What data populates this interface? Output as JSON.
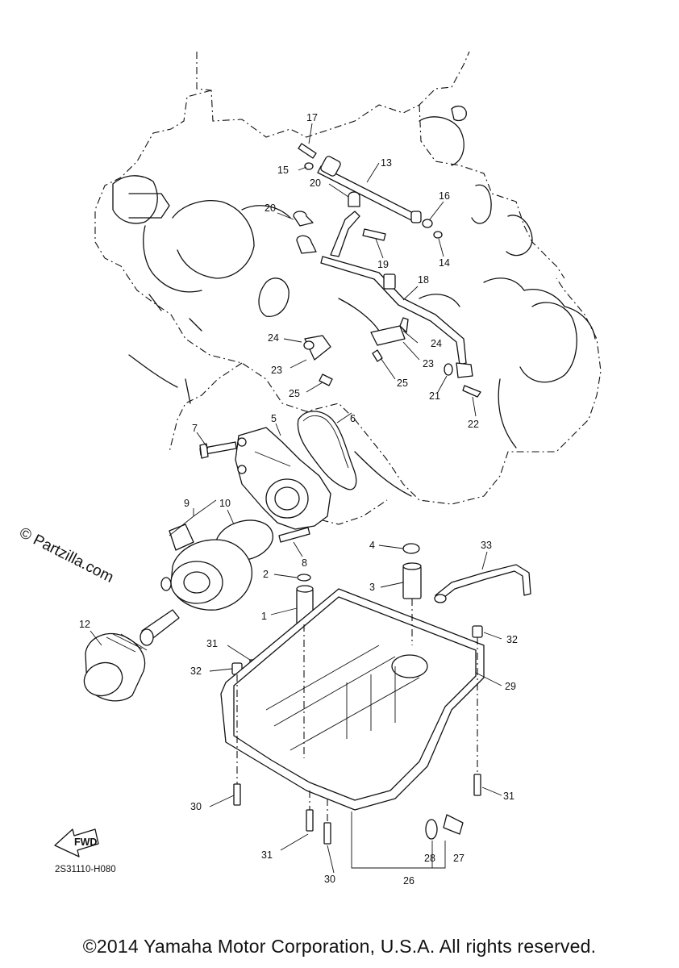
{
  "watermark": "© Partzilla.com",
  "diagram_code": "2S31110-H080",
  "copyright": "©2014 Yamaha Motor Corporation, U.S.A. All rights reserved.",
  "fwd_label": "FWD",
  "callouts": {
    "c1": "1",
    "c2": "2",
    "c3": "3",
    "c4": "4",
    "c5": "5",
    "c6": "6",
    "c7": "7",
    "c8": "8",
    "c9": "9",
    "c10": "10",
    "c12": "12",
    "c13": "13",
    "c14": "14",
    "c15": "15",
    "c16": "16",
    "c17": "17",
    "c18": "18",
    "c19": "19",
    "c20a": "20",
    "c20b": "20",
    "c21": "21",
    "c22": "22",
    "c23a": "23",
    "c23b": "23",
    "c24a": "24",
    "c24b": "24",
    "c25a": "25",
    "c25b": "25",
    "c26": "26",
    "c27": "27",
    "c28": "28",
    "c29": "29",
    "c30a": "30",
    "c30b": "30",
    "c31a": "31",
    "c31b": "31",
    "c31c": "31",
    "c32a": "32",
    "c32b": "32",
    "c33": "33"
  }
}
